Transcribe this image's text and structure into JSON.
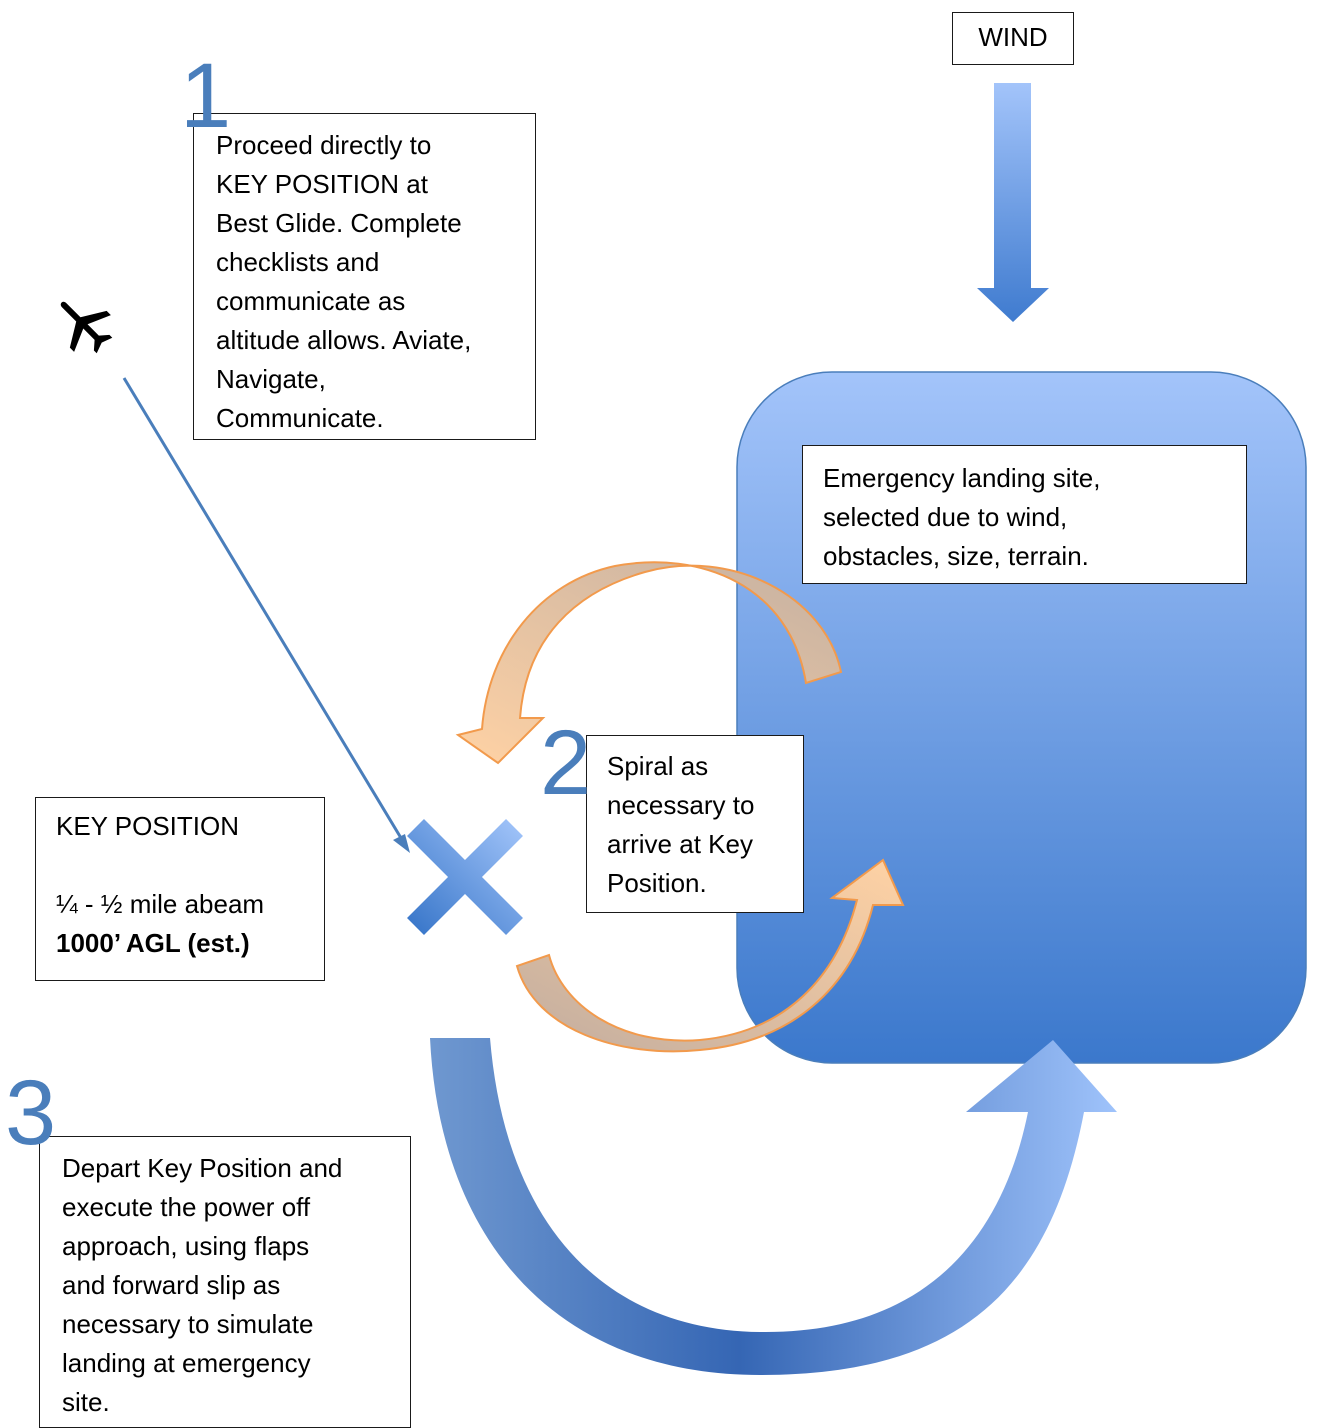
{
  "wind": {
    "label": "WIND"
  },
  "step1": {
    "number": "1",
    "lines": [
      "Proceed directly to",
      "KEY POSITION at",
      "Best Glide. Complete",
      "checklists and",
      "communicate as",
      "altitude allows. Aviate,",
      "Navigate,",
      "Communicate."
    ]
  },
  "landing_site": {
    "lines": [
      "Emergency landing site,",
      "selected due to wind,",
      "obstacles, size, terrain."
    ]
  },
  "step2": {
    "number": "2",
    "lines": [
      "Spiral as",
      "necessary to",
      "arrive at Key",
      "Position."
    ]
  },
  "key_position": {
    "title": "KEY POSITION",
    "distance": "¼ - ½ mile abeam",
    "altitude": "1000’ AGL (est.)"
  },
  "step3": {
    "number": "3",
    "lines": [
      "Depart Key Position and",
      "execute the power off",
      "approach, using flaps",
      "and forward slip as",
      "necessary to simulate",
      "landing at emergency",
      "site."
    ]
  },
  "icons": {
    "airplane": "airplane-icon",
    "key_marker": "x-mark-icon"
  },
  "colors": {
    "blue_light": "#9bbff8",
    "blue_dark": "#3c7bcc",
    "orange_stroke": "#f29a4c",
    "orange_fill_light": "#ffd0a0",
    "orange_fill_grey": "#c9b3a2",
    "line_blue": "#4a7ebb"
  }
}
